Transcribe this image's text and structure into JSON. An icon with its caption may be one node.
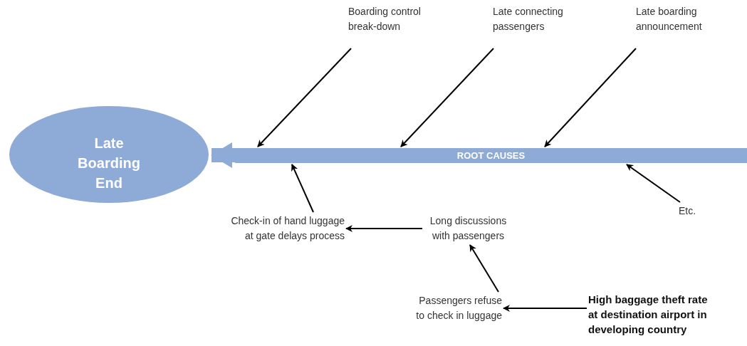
{
  "diagram": {
    "nodes": [
      {
        "text": [
          "Late Boarding End"
        ]
      },
      {
        "text": [
          "ROOT CAUSES"
        ]
      },
      {
        "text": [
          "Boarding control break-down"
        ]
      },
      {
        "text": [
          "Late connecting passengers"
        ]
      },
      {
        "text": [
          "Late boarding announcement"
        ]
      },
      {
        "text": [
          "Check-in of hand luggage at gate delays process"
        ]
      },
      {
        "text": [
          "Long discussions with passengers"
        ]
      },
      {
        "text": [
          "Passengers refuse to check in luggage"
        ]
      },
      {
        "text": [
          "High baggage theft rate at destination airport in developing country"
        ]
      },
      {
        "text": [
          "Etc."
        ]
      }
    ],
    "edges": [
      {
        "from": 1,
        "to": 0,
        "arrow": "to",
        "style": "thick",
        "color": "#8eaad6"
      },
      {
        "from": 2,
        "to": 1,
        "arrow": "to"
      },
      {
        "from": 3,
        "to": 1,
        "arrow": "to"
      },
      {
        "from": 4,
        "to": 1,
        "arrow": "to"
      },
      {
        "from": 5,
        "to": 1,
        "arrow": "to"
      },
      {
        "from": 6,
        "to": 5,
        "arrow": "to"
      },
      {
        "from": 7,
        "to": 6,
        "arrow": "to"
      },
      {
        "from": 8,
        "to": 7,
        "arrow": "to"
      },
      {
        "from": 9,
        "to": 1,
        "arrow": "to"
      }
    ]
  }
}
